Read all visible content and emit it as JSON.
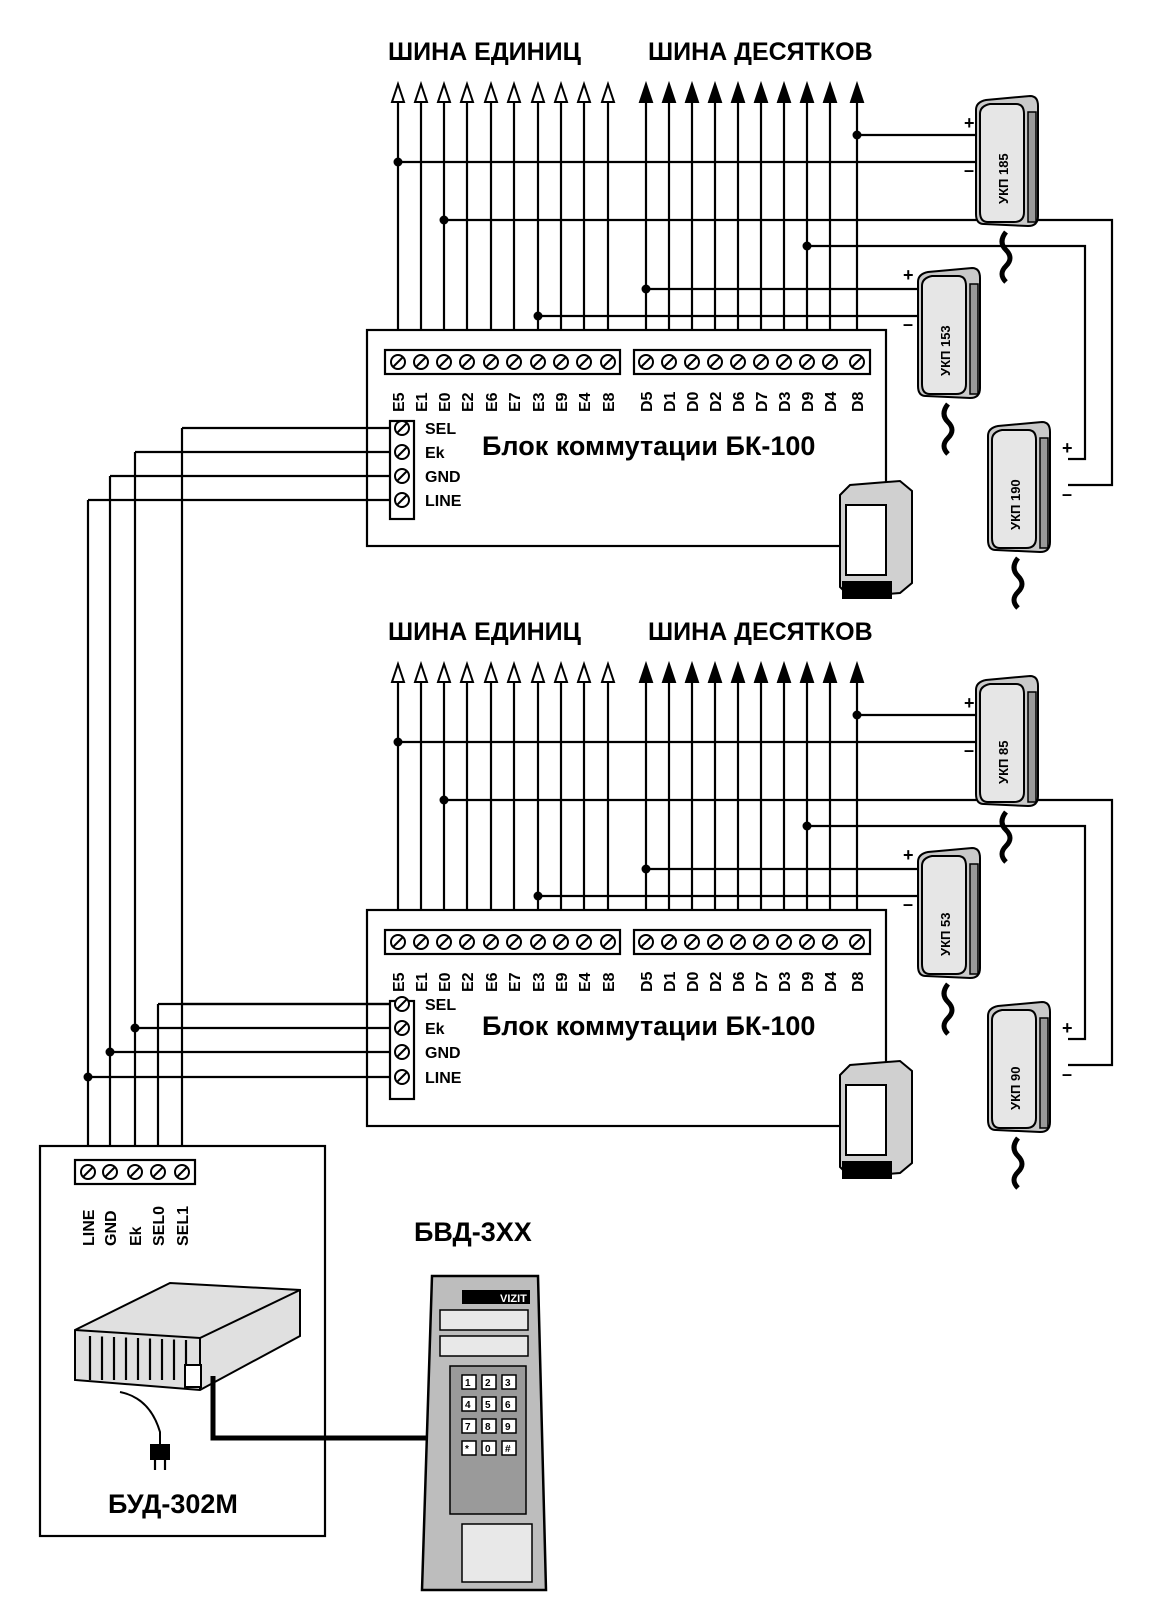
{
  "bus_units_label": "ШИНА ЕДИНИЦ",
  "bus_tens_label": "ШИНА ДЕСЯТКОВ",
  "units_terminals": [
    "E5",
    "E1",
    "E0",
    "E2",
    "E6",
    "E7",
    "E3",
    "E9",
    "E4",
    "E8"
  ],
  "tens_terminals": [
    "D5",
    "D1",
    "D0",
    "D2",
    "D6",
    "D7",
    "D3",
    "D9",
    "D4",
    "D8"
  ],
  "control_terminals": [
    "SEL",
    "Ek",
    "GND",
    "LINE"
  ],
  "block_title": "Блок коммутации БК-100",
  "blocks": [
    {
      "handsets": [
        "УКП 185",
        "УКП 153",
        "УКП 190"
      ]
    },
    {
      "handsets": [
        "УКП 85",
        "УКП 53",
        "УКП 90"
      ]
    }
  ],
  "plus_sign": "+",
  "minus_sign": "–",
  "bud": {
    "title": "БУД-302М",
    "terminals": [
      "LINE",
      "GND",
      "Ek",
      "SEL0",
      "SEL1"
    ]
  },
  "bvd": {
    "title": "БВД-3XX",
    "brand": "VIZIT",
    "keys": [
      "1",
      "2",
      "3",
      "4",
      "5",
      "6",
      "7",
      "8",
      "9",
      "*",
      "0",
      "#"
    ]
  }
}
